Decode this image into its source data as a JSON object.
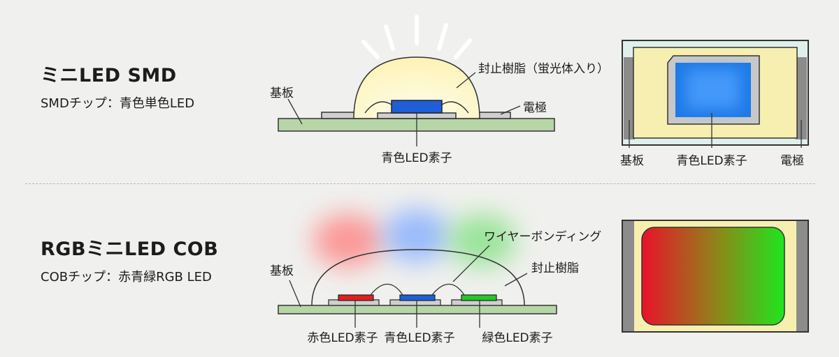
{
  "smd": {
    "title": "ミニLED SMD",
    "subtitle": "SMDチップ：青色単色LED",
    "cross_section": {
      "substrate": "基板",
      "encapsulant": "封止樹脂（蛍光体入り）",
      "electrode": "電極",
      "chip": "青色LED素子"
    },
    "top_view": {
      "substrate": "基板",
      "chip": "青色LED素子",
      "electrode": "電極"
    }
  },
  "cob": {
    "title": "RGBミニLED COB",
    "subtitle": "COBチップ：赤青緑RGB LED",
    "cross_section": {
      "substrate": "基板",
      "wire_bonding": "ワイヤーボンディング",
      "encapsulant": "封止樹脂",
      "chips": [
        "赤色LED素子",
        "青色LED素子",
        "緑色LED素子"
      ]
    }
  },
  "colors": {
    "background": "#f0f0ee",
    "substrate": "#b7d6a8",
    "encapsulant": "#fdf6c8",
    "electrode": "#cfcfcf",
    "blue_chip": "#1e5fd8",
    "red_chip": "#e02020",
    "green_chip": "#22c82a",
    "pad_yellow": "#f7efb0",
    "frame_grey": "#8c8c8c"
  }
}
